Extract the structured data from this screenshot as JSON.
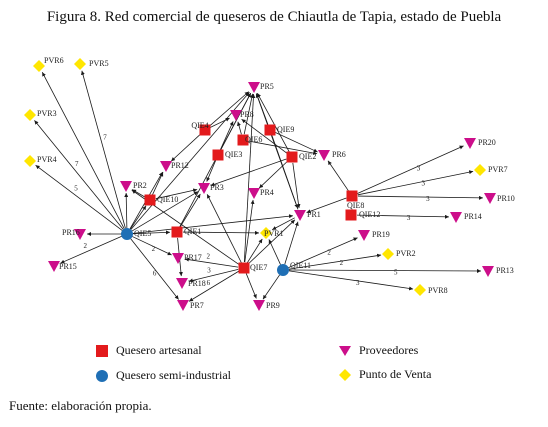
{
  "figure": {
    "title": "Figura 8. Red comercial de queseros de Chiautla de Tapia, estado de Puebla",
    "source": "Fuente: elaboración propia."
  },
  "colors": {
    "artesanal": "#e31a1c",
    "semi_industrial": "#1f6fb5",
    "proveedores": "#cc0e8a",
    "punto_venta": "#ffe600",
    "edge": "#1a1a1a"
  },
  "legend": {
    "artesanal": "Quesero artesanal",
    "semi_industrial": "Quesero semi-industrial",
    "proveedores": "Proveedores",
    "punto_venta": "Punto de Venta"
  },
  "nodes": [
    {
      "id": "QIE1",
      "label": "QIE1",
      "type": "artesanal"
    },
    {
      "id": "QIE2",
      "label": "QIE2",
      "type": "artesanal"
    },
    {
      "id": "QIE3",
      "label": "QIE3",
      "type": "artesanal"
    },
    {
      "id": "QIE4",
      "label": "QIE4",
      "type": "artesanal"
    },
    {
      "id": "QIE5",
      "label": "QIE5",
      "type": "semi_industrial"
    },
    {
      "id": "QIE6",
      "label": "QIE6",
      "type": "artesanal"
    },
    {
      "id": "QIE7",
      "label": "QIE7",
      "type": "artesanal"
    },
    {
      "id": "QIE8",
      "label": "QIE8",
      "type": "artesanal"
    },
    {
      "id": "QIE9",
      "label": "QIE9",
      "type": "artesanal"
    },
    {
      "id": "QIE10",
      "label": "QIE10",
      "type": "artesanal"
    },
    {
      "id": "QIE11",
      "label": "QIE11",
      "type": "semi_industrial"
    },
    {
      "id": "QIE12",
      "label": "QIE12",
      "type": "artesanal"
    },
    {
      "id": "PR1",
      "label": "PR1",
      "type": "proveedores"
    },
    {
      "id": "PR2",
      "label": "PR2",
      "type": "proveedores"
    },
    {
      "id": "PR3",
      "label": "PR3",
      "type": "proveedores"
    },
    {
      "id": "PR4",
      "label": "PR4",
      "type": "proveedores"
    },
    {
      "id": "PR5",
      "label": "PR5",
      "type": "proveedores"
    },
    {
      "id": "PR6",
      "label": "PR6",
      "type": "proveedores"
    },
    {
      "id": "PR7",
      "label": "PR7",
      "type": "proveedores"
    },
    {
      "id": "PR8",
      "label": "PR8",
      "type": "proveedores"
    },
    {
      "id": "PR9",
      "label": "PR9",
      "type": "proveedores"
    },
    {
      "id": "PR10",
      "label": "PR10",
      "type": "proveedores"
    },
    {
      "id": "PR12",
      "label": "PR12",
      "type": "proveedores"
    },
    {
      "id": "PR13",
      "label": "PR13",
      "type": "proveedores"
    },
    {
      "id": "PR14",
      "label": "PR14",
      "type": "proveedores"
    },
    {
      "id": "PR15",
      "label": "PR15",
      "type": "proveedores"
    },
    {
      "id": "PR16",
      "label": "PR16",
      "type": "proveedores"
    },
    {
      "id": "PR17",
      "label": "PR17",
      "type": "proveedores"
    },
    {
      "id": "PR18",
      "label": "PR18",
      "type": "proveedores"
    },
    {
      "id": "PR19",
      "label": "PR19",
      "type": "proveedores"
    },
    {
      "id": "PR20",
      "label": "PR20",
      "type": "proveedores"
    },
    {
      "id": "PVR1",
      "label": "PVR1",
      "type": "punto_venta"
    },
    {
      "id": "PVR2",
      "label": "PVR2",
      "type": "punto_venta"
    },
    {
      "id": "PVR3",
      "label": "PVR3",
      "type": "punto_venta"
    },
    {
      "id": "PVR4",
      "label": "PVR4",
      "type": "punto_venta"
    },
    {
      "id": "PVR5",
      "label": "PVR5",
      "type": "punto_venta"
    },
    {
      "id": "PVR6",
      "label": "PVR6",
      "type": "punto_venta"
    },
    {
      "id": "PVR7",
      "label": "PVR7",
      "type": "punto_venta"
    },
    {
      "id": "PVR8",
      "label": "PVR8",
      "type": "punto_venta"
    }
  ],
  "edges": [
    {
      "from": "QIE5",
      "to": "PVR6",
      "weight": ""
    },
    {
      "from": "QIE5",
      "to": "PVR5",
      "weight": "7"
    },
    {
      "from": "QIE5",
      "to": "PVR3",
      "weight": "7"
    },
    {
      "from": "QIE5",
      "to": "PVR4",
      "weight": "5"
    },
    {
      "from": "QIE5",
      "to": "PR2",
      "weight": ""
    },
    {
      "from": "QIE5",
      "to": "PR16",
      "weight": ""
    },
    {
      "from": "QIE5",
      "to": "PR15",
      "weight": "2"
    },
    {
      "from": "QIE5",
      "to": "PR7",
      "weight": "6"
    },
    {
      "from": "QIE5",
      "to": "PR17",
      "weight": "2"
    },
    {
      "from": "QIE5",
      "to": "PR12",
      "weight": ""
    },
    {
      "from": "QIE5",
      "to": "PR5",
      "weight": ""
    },
    {
      "from": "QIE5",
      "to": "PR3",
      "weight": ""
    },
    {
      "from": "QIE5",
      "to": "QIE10",
      "weight": ""
    },
    {
      "from": "QIE5",
      "to": "QIE1",
      "weight": ""
    },
    {
      "from": "QIE5",
      "to": "PR1",
      "weight": ""
    },
    {
      "from": "QIE10",
      "to": "PR2",
      "weight": ""
    },
    {
      "from": "QIE10",
      "to": "PR12",
      "weight": ""
    },
    {
      "from": "QIE10",
      "to": "PR3",
      "weight": ""
    },
    {
      "from": "QIE1",
      "to": "PR3",
      "weight": ""
    },
    {
      "from": "QIE1",
      "to": "PVR1",
      "weight": ""
    },
    {
      "from": "QIE1",
      "to": "PR18",
      "weight": ""
    },
    {
      "from": "QIE1",
      "to": "PR5",
      "weight": ""
    },
    {
      "from": "QIE4",
      "to": "PR12",
      "weight": ""
    },
    {
      "from": "QIE4",
      "to": "PR5",
      "weight": ""
    },
    {
      "from": "QIE4",
      "to": "PR8",
      "weight": ""
    },
    {
      "from": "QIE3",
      "to": "PR5",
      "weight": ""
    },
    {
      "from": "QIE3",
      "to": "PR3",
      "weight": ""
    },
    {
      "from": "QIE3",
      "to": "PR8",
      "weight": ""
    },
    {
      "from": "QIE6",
      "to": "PR5",
      "weight": ""
    },
    {
      "from": "QIE6",
      "to": "PR8",
      "weight": ""
    },
    {
      "from": "QIE6",
      "to": "PR6",
      "weight": ""
    },
    {
      "from": "QIE9",
      "to": "PR5",
      "weight": ""
    },
    {
      "from": "QIE9",
      "to": "PR6",
      "weight": ""
    },
    {
      "from": "QIE9",
      "to": "PR1",
      "weight": ""
    },
    {
      "from": "QIE2",
      "to": "PR5",
      "weight": ""
    },
    {
      "from": "QIE2",
      "to": "PR1",
      "weight": ""
    },
    {
      "from": "QIE2",
      "to": "PR8",
      "weight": ""
    },
    {
      "from": "QIE2",
      "to": "PR4",
      "weight": ""
    },
    {
      "from": "QIE2",
      "to": "PR3",
      "weight": ""
    },
    {
      "from": "QIE7",
      "to": "PR3",
      "weight": ""
    },
    {
      "from": "QIE7",
      "to": "PR9",
      "weight": ""
    },
    {
      "from": "QIE7",
      "to": "PR18",
      "weight": "3"
    },
    {
      "from": "QIE7",
      "to": "PR17",
      "weight": "2"
    },
    {
      "from": "QIE7",
      "to": "PR7",
      "weight": "6"
    },
    {
      "from": "QIE7",
      "to": "PR1",
      "weight": ""
    },
    {
      "from": "QIE7",
      "to": "PVR1",
      "weight": ""
    },
    {
      "from": "QIE7",
      "to": "PR4",
      "weight": ""
    },
    {
      "from": "QIE7",
      "to": "PR5",
      "weight": ""
    },
    {
      "from": "QIE7",
      "to": "PR2",
      "weight": ""
    },
    {
      "from": "QIE12",
      "to": "PR14",
      "weight": "3"
    },
    {
      "from": "QIE8",
      "to": "PR20",
      "weight": "3"
    },
    {
      "from": "QIE8",
      "to": "PVR7",
      "weight": "3"
    },
    {
      "from": "QIE8",
      "to": "PR10",
      "weight": "3"
    },
    {
      "from": "QIE8",
      "to": "PR6",
      "weight": ""
    },
    {
      "from": "QIE8",
      "to": "PR1",
      "weight": ""
    },
    {
      "from": "QIE11",
      "to": "PR19",
      "weight": "2"
    },
    {
      "from": "QIE11",
      "to": "PVR2",
      "weight": "2"
    },
    {
      "from": "QIE11",
      "to": "PR13",
      "weight": "5"
    },
    {
      "from": "QIE11",
      "to": "PVR8",
      "weight": "3"
    },
    {
      "from": "QIE11",
      "to": "PR1",
      "weight": ""
    },
    {
      "from": "QIE11",
      "to": "PVR1",
      "weight": ""
    },
    {
      "from": "QIE11",
      "to": "PR9",
      "weight": ""
    },
    {
      "from": "PR1",
      "to": "PR5",
      "weight": ""
    },
    {
      "from": "PR1",
      "to": "PVR1",
      "weight": ""
    }
  ]
}
